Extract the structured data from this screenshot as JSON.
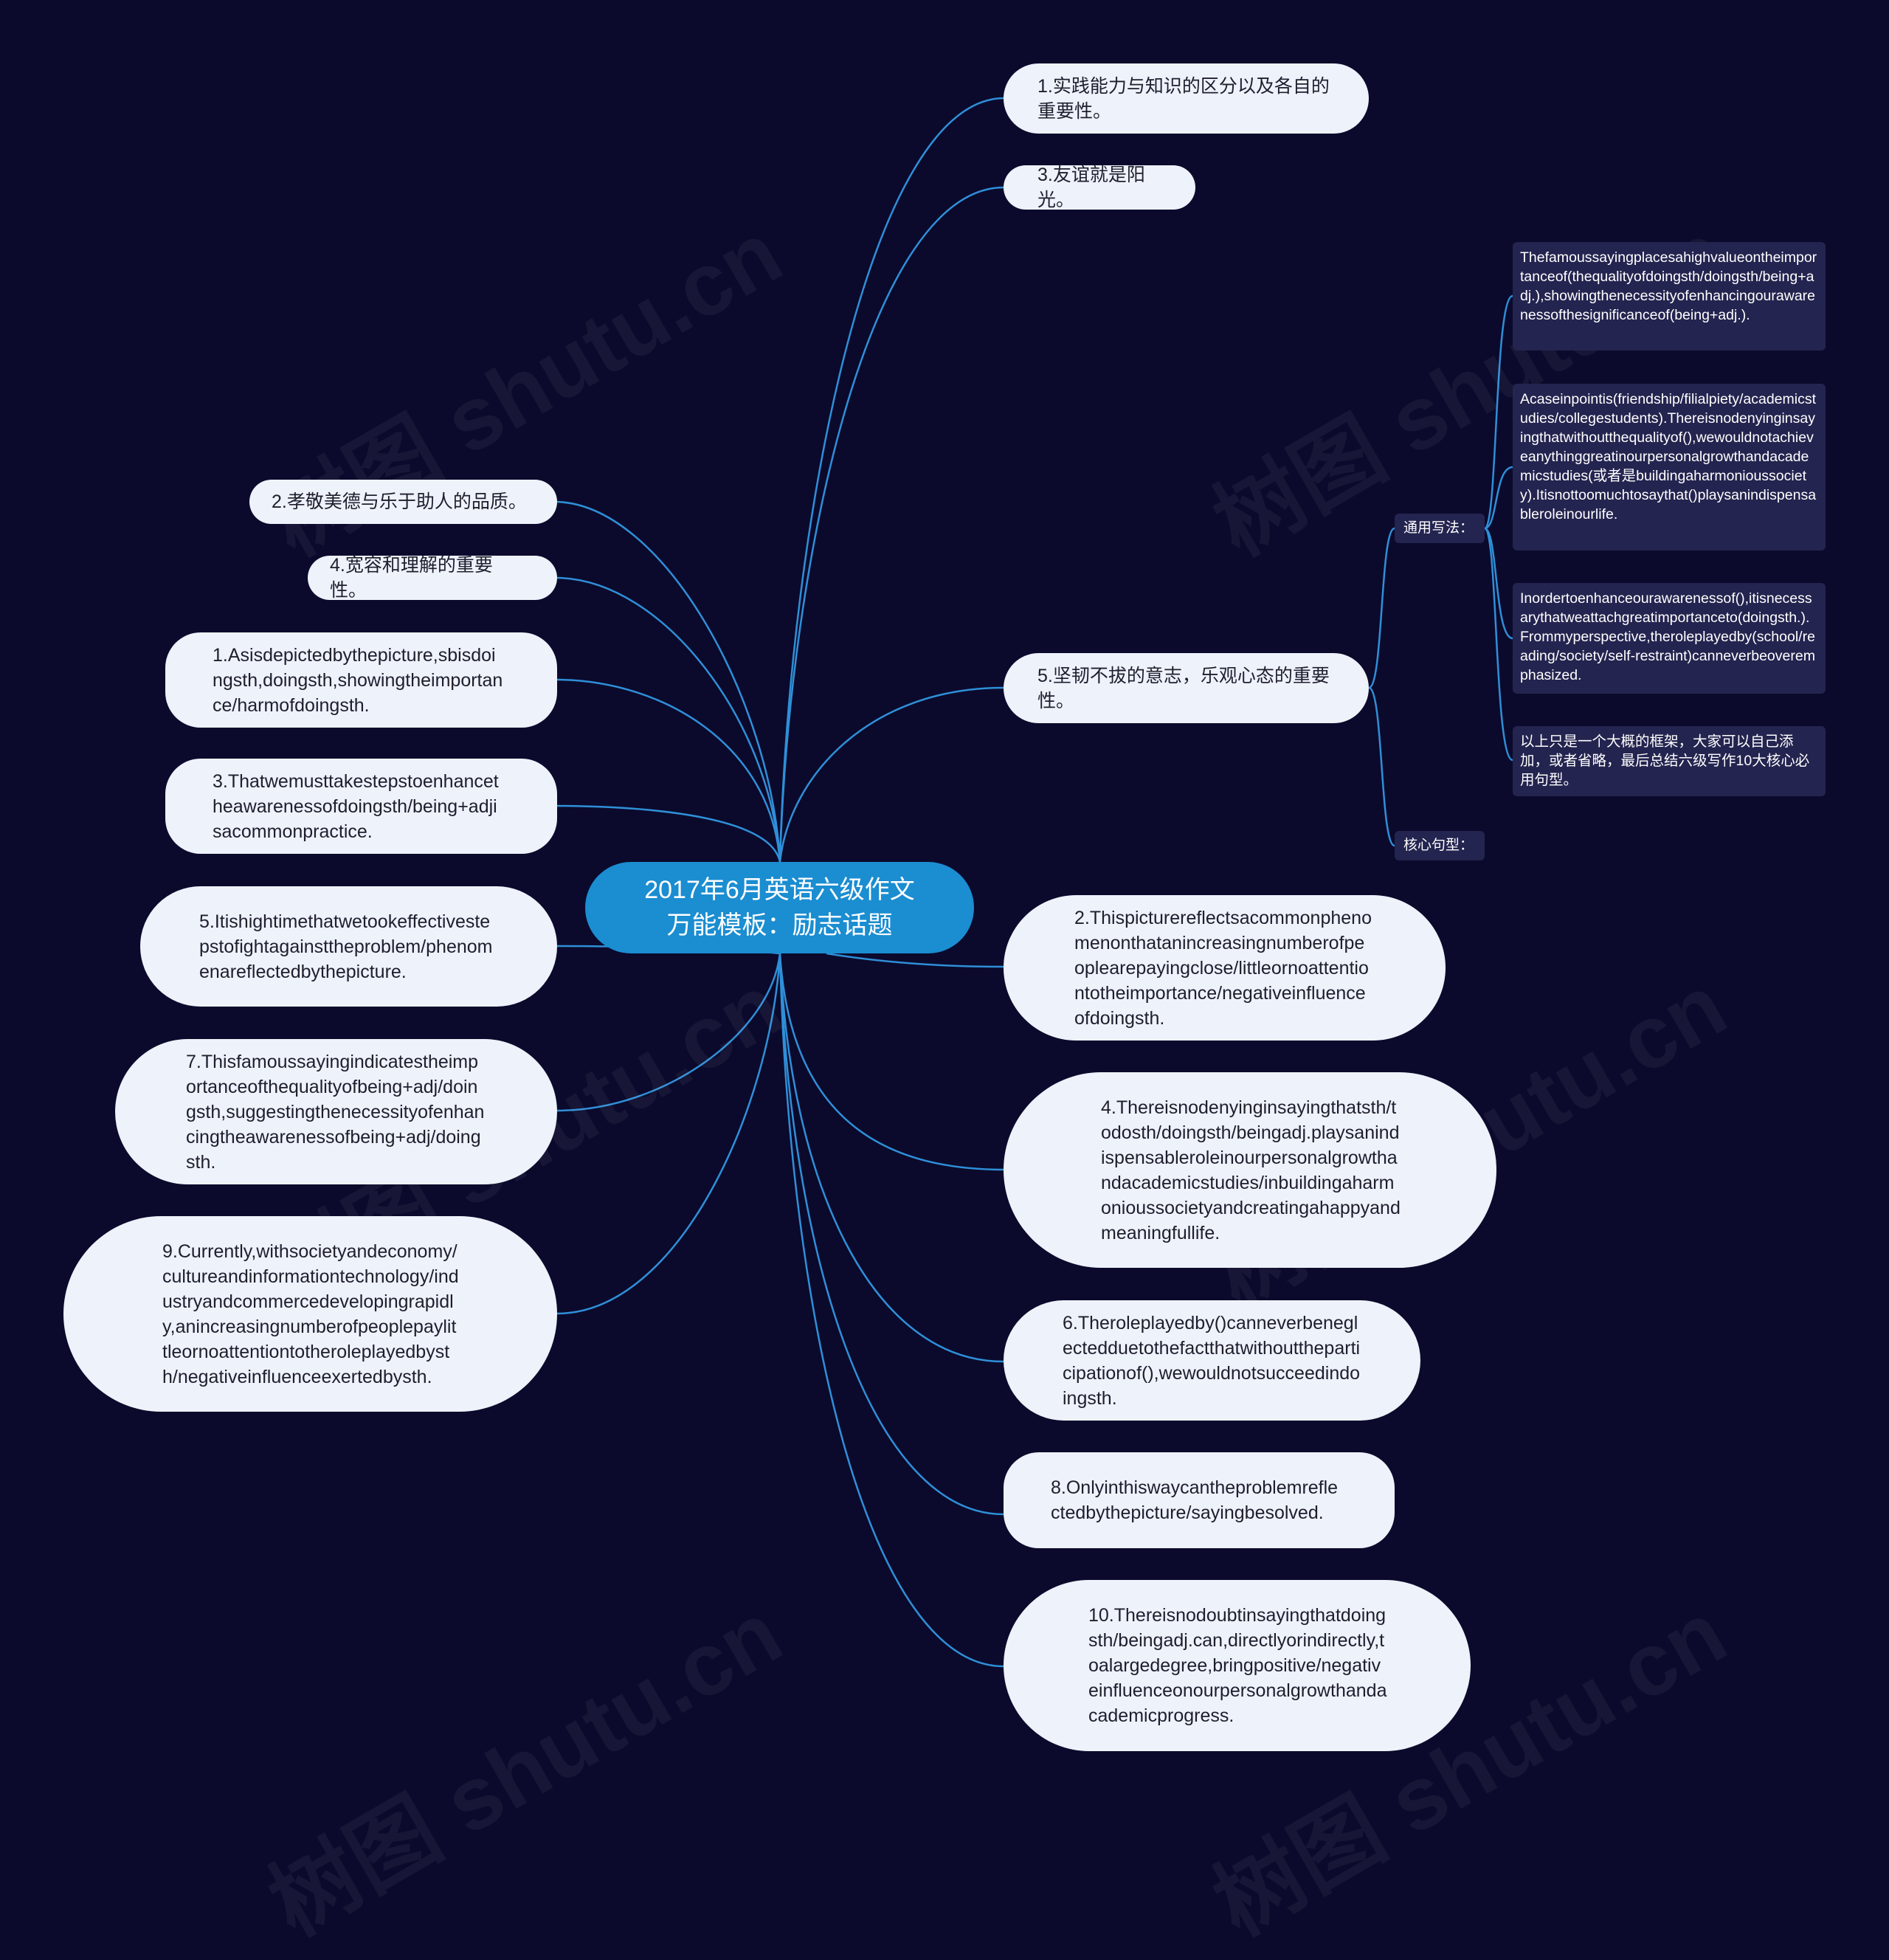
{
  "root": {
    "line1": "2017年6月英语六级作文",
    "line2": "万能模板：励志话题"
  },
  "right_top": [
    "1.实践能力与知识的区分以及各自的重要性。",
    "3.友谊就是阳光。",
    "5.坚韧不拔的意志，乐观心态的重要性。"
  ],
  "left_topics": [
    "2.孝敬美德与乐于助人的品质。",
    "4.宽容和理解的重要性。"
  ],
  "left_sentences": [
    "1.Asisdepictedbythepicture,sbisdoingsth,doingsth,showingtheimportance/harmofdoingsth.",
    "3.Thatwemusttakestepstoenhancetheawarenessofdoingsth/being+adjisacommonpractice.",
    "5.Itishightimethatwetookeffectivestepstofightagainsttheproblem/phenomenareflectedbythepicture.",
    "7.Thisfamoussayingindicatestheimportanceofthequalityofbeing+adj/doingsth,suggestingthenecessityofenhancingtheawarenessofbeing+adj/doingsth.",
    "9.Currently,withsocietyandeconomy/cultureandinformationtechnology/industryandcommercedevelopingrapidly,anincreasingnumberofpeoplepaylittleornoattentiontotheroleplayedbysth/negativeinfluenceexertedbysth."
  ],
  "right_sentences": [
    "2.Thispicturereflectsacommonphenomenonthatanincreasingnumberofpeoplearepayingclose/littleornoattentiontotheimportance/negativeinfluenceofdoingsth.",
    "4.Thereisnodenyinginsayingthatsth/todosth/doingsth/beingadj.playsanindispensableroleinourpersonalgrowthandacademicstudies/inbuildingaharmonioussocietyandcreatingahappyandmeaningfullife.",
    "6.Theroleplayedby()canneverbeneglectedduetothefactthatwithouttheparticipationof(),wewouldnotsucceedindoingsth.",
    "8.Onlyinthiswaycantheproblemreflectedbythepicture/sayingbesolved.",
    "10.Thereisnodoubtinsayingthatdoingsth/beingadj.can,directlyorindirectly,toalargedegree,bringpositive/negativeinfluenceonourpersonalgrowthandacademicprogress."
  ],
  "sub_tags": {
    "general": "通用写法：",
    "core": "核心句型："
  },
  "general_leaves": [
    "Thefamoussayingplacesahighvalueontheimportanceof(thequalityofdoingsth/doingsth/being+adj.),showingthenecessityofenhancingourawarenessofthesignificanceof(being+adj.).",
    "Acaseinpointis(friendship/filialpiety/academicstudies/collegestudents).Thereisnodenyinginsayingthatwithoutthequalityof(),wewouldnotachieveanythinggreatinourpersonalgrowthandacademicstudies(或者是buildingaharmonioussociety).Itisnottoomuchtosaythat()playsanindispensableroleinourlife.",
    "Inordertoenhanceourawarenessof(),itisnecessarythatweattachgreatimportanceto(doingsth.).Frommyperspective,theroleplayedby(school/reading/society/self-restraint)canneverbeoveremphasized.",
    "以上只是一个大概的框架，大家可以自己添加，或者省略，最后总结六级写作10大核心必用句型。"
  ],
  "watermark": "树图 shutu.cn",
  "colors": {
    "background": "#0b0a2c",
    "root": "#1b8dd1",
    "link": "#2f8fd8",
    "node": "#eef2fb",
    "leaf": "#242450"
  }
}
